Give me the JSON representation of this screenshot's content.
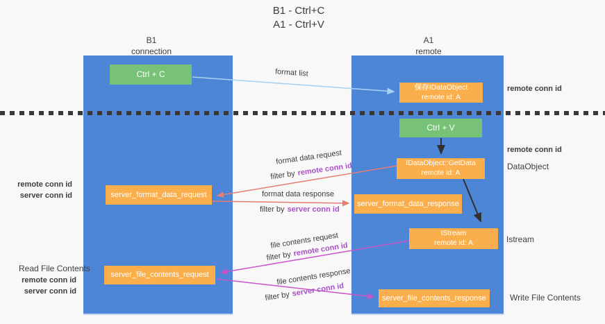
{
  "title": {
    "line1": "B1 - Ctrl+C",
    "line2": "A1 - Ctrl+V"
  },
  "lanes": {
    "left": {
      "title": "B1",
      "subtitle": "connection"
    },
    "right": {
      "title": "A1",
      "subtitle": "remote"
    }
  },
  "nodes": {
    "ctrl_c": {
      "label": "Ctrl + C"
    },
    "saved_dataobject": {
      "line1": "保存IDataObject",
      "line2": "remote id: A"
    },
    "ctrl_v": {
      "label": "Ctrl + V"
    },
    "getdata": {
      "line1": "IDataObject::GetData",
      "line2": "remote id: A"
    },
    "server_format_data_request": {
      "label": "server_format_data_request"
    },
    "server_format_data_response": {
      "label": "server_format_data_response"
    },
    "istream": {
      "line1": "IStream",
      "line2": "remote id: A"
    },
    "server_file_contents_request": {
      "label": "server_file_contents_request"
    },
    "server_file_contents_response": {
      "label": "server_file_contents_response"
    }
  },
  "edge_labels": {
    "format_list": "format list",
    "format_data_request": "format data request",
    "format_data_request_filter": {
      "prefix": "filter by",
      "id": "remote conn id"
    },
    "format_data_response": "format data response",
    "format_data_response_filter": {
      "prefix": "filter by",
      "id": "server conn id"
    },
    "file_contents_request": "file contents request",
    "file_contents_request_filter": {
      "prefix": "filter by",
      "id": "remote conn id"
    },
    "file_contents_response": "file contents response",
    "file_contents_response_filter": {
      "prefix": "filter by",
      "id": "server conn id"
    }
  },
  "side_labels": {
    "saved_remote_conn_id": "remote conn id",
    "paste_remote_conn_id": "remote conn id",
    "dataobject": "DataObject",
    "istream": "Istream",
    "write_file_contents": "Write File Contents",
    "format_remote_conn_id": "remote conn id",
    "format_server_conn_id": "server conn id",
    "read_file_contents": "Read File Contents",
    "file_remote_conn_id": "remote conn id",
    "file_server_conn_id": "server conn id"
  },
  "colors": {
    "lane_blue": "#4d86d6",
    "node_green": "#77c276",
    "node_orange": "#fbaf4c",
    "arrow_red": "#e67c73",
    "arrow_magenta": "#c855c8",
    "arrow_light_blue": "#a8d2f0",
    "arrow_black": "#303030",
    "text_purple": "#a852c6",
    "text_green": "#55ab57",
    "text_dark": "#3d3d3d",
    "background": "#f8f8f8"
  }
}
